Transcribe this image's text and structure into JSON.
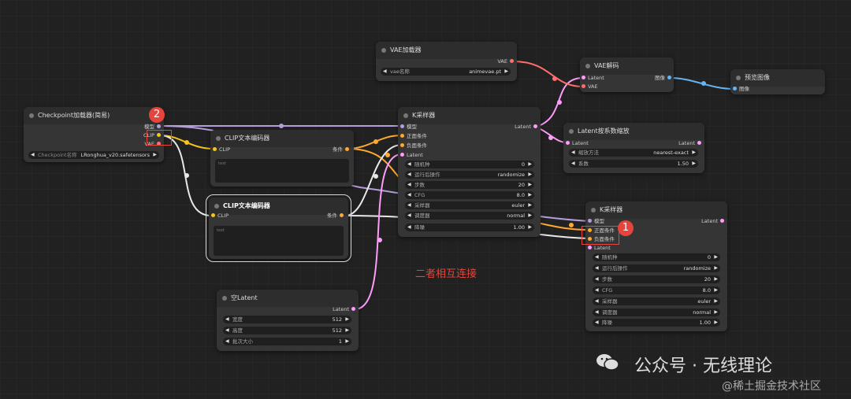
{
  "colors": {
    "model": "#b39ddb",
    "clip": "#f5c518",
    "vae": "#ff6e6e",
    "conditioning": "#ffa931",
    "latent": "#ff9cf9",
    "image": "#64b5f6",
    "annotation_red": "#e5453c"
  },
  "nodes": {
    "checkpoint": {
      "title": "Checkpoint加载器(简易)",
      "out_model": "模型",
      "out_clip": "CLIP",
      "out_vae": "VAE",
      "ckpt_label": "Checkpoint名称",
      "ckpt_value": "LRonghua_v20.safetensors"
    },
    "clip1": {
      "title": "CLIP文本编码器",
      "in_clip": "CLIP",
      "out": "条件",
      "text": "text"
    },
    "clip2": {
      "title": "CLIP文本编码器",
      "in_clip": "CLIP",
      "out": "条件",
      "text": "text"
    },
    "vae_loader": {
      "title": "VAE加载器",
      "out_vae": "VAE",
      "w_label": "vae名称",
      "w_value": "animevae.pt"
    },
    "ksampler1": {
      "title": "K采样器",
      "in_model": "模型",
      "in_pos": "正面条件",
      "in_neg": "负面条件",
      "in_latent": "Latent",
      "out_latent": "Latent",
      "widgets": [
        {
          "label": "随机种",
          "value": "0"
        },
        {
          "label": "运行后操作",
          "value": "randomize"
        },
        {
          "label": "步数",
          "value": "20"
        },
        {
          "label": "CFG",
          "value": "8.0"
        },
        {
          "label": "采样器",
          "value": "euler"
        },
        {
          "label": "调度器",
          "value": "normal"
        },
        {
          "label": "降噪",
          "value": "1.00"
        }
      ]
    },
    "vae_decode": {
      "title": "VAE解码",
      "in_latent": "Latent",
      "in_vae": "VAE",
      "out_image": "图像"
    },
    "preview": {
      "title": "预览图像",
      "in_image": "图像"
    },
    "latent_scale": {
      "title": "Latent按系数缩放",
      "in_latent": "Latent",
      "out_latent": "Latent",
      "widgets": [
        {
          "label": "缩放方法",
          "value": "nearest-exact"
        },
        {
          "label": "系数",
          "value": "1.50"
        }
      ]
    },
    "ksampler2": {
      "title": "K采样器",
      "in_model": "模型",
      "in_pos": "正面条件",
      "in_neg": "负面条件",
      "in_latent": "Latent",
      "out_latent": "Latent",
      "widgets": [
        {
          "label": "随机种",
          "value": "0"
        },
        {
          "label": "运行后操作",
          "value": "randomize"
        },
        {
          "label": "步数",
          "value": "20"
        },
        {
          "label": "CFG",
          "value": "8.0"
        },
        {
          "label": "采样器",
          "value": "euler"
        },
        {
          "label": "调度器",
          "value": "normal"
        },
        {
          "label": "降噪",
          "value": "1.00"
        }
      ]
    },
    "empty_latent": {
      "title": "空Latent",
      "out_latent": "Latent",
      "widgets": [
        {
          "label": "宽度",
          "value": "512"
        },
        {
          "label": "高度",
          "value": "512"
        },
        {
          "label": "批次大小",
          "value": "1"
        }
      ]
    }
  },
  "annotations": {
    "badge1": "1",
    "badge2": "2",
    "note": "二者相互连接"
  },
  "watermark": {
    "line1": "公众号 · 无线理论",
    "line2": "@稀土掘金技术社区"
  }
}
